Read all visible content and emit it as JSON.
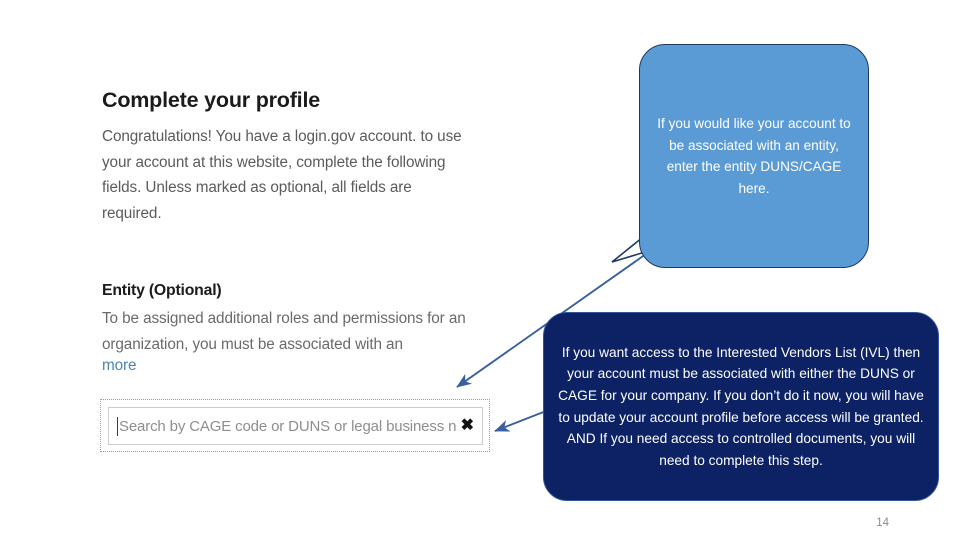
{
  "slide": {
    "page_number": "14",
    "background_color": "#ffffff"
  },
  "screenshot": {
    "page_title": "Complete your profile",
    "intro_paragraph": "Congratulations! You have a login.gov account. to use your account at this website, complete the following fields. Unless marked as optional, all fields are required.",
    "entity_heading": "Entity (Optional)",
    "entity_paragraph": "To be assigned additional roles and permissions for an organization, you must be associated with an",
    "more_link": "more",
    "search": {
      "placeholder": "Search by CAGE code or DUNS or legal business na",
      "value": "",
      "clear_icon": "✖",
      "clear_icon_name": "clear-x-icon"
    }
  },
  "callouts": [
    {
      "id": "entity-duns-cage-callout",
      "text": "If you would like your account to be associated with an entity, enter the entity DUNS/CAGE here.",
      "fill_color": "#5b9bd5",
      "border_color": "#1f3864",
      "text_color": "#ffffff"
    },
    {
      "id": "ivl-access-callout",
      "text": "If you want access to the Interested Vendors List (IVL) then your account must be associated with either the DUNS or CAGE for your company.  If you don’t do it now, you will have to update your account profile before access will be granted. AND If you need access to controlled documents, you will need to complete this step.",
      "fill_color": "#0c2265",
      "border_color": "#2f5597",
      "text_color": "#ffffff"
    }
  ],
  "connectors": [
    {
      "id": "blue-callout-arrow",
      "from": "entity-duns-cage-callout",
      "to": "search-input",
      "color": "#3a5f9e"
    },
    {
      "id": "navy-callout-arrow",
      "from": "ivl-access-callout",
      "to": "search-input",
      "color": "#3a5f9e"
    }
  ]
}
